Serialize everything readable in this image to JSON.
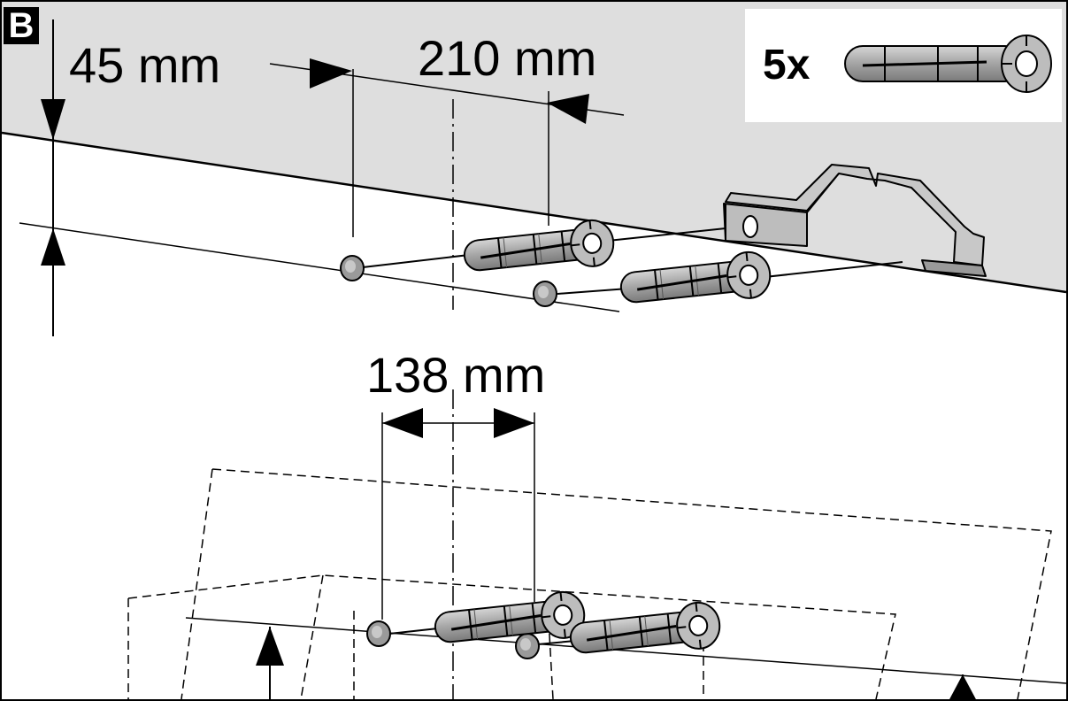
{
  "step": {
    "letter": "B"
  },
  "dimensions": {
    "top_offset": "45 mm",
    "hole_spacing_upper": "210 mm",
    "hole_spacing_lower": "138 mm"
  },
  "parts": {
    "quantity": "5x",
    "icon": "wall-plug-icon"
  },
  "colors": {
    "wall": "#dedede",
    "plug_fill": "#9a9a9a",
    "plug_highlight": "#c8c8c8",
    "line": "#000000"
  }
}
